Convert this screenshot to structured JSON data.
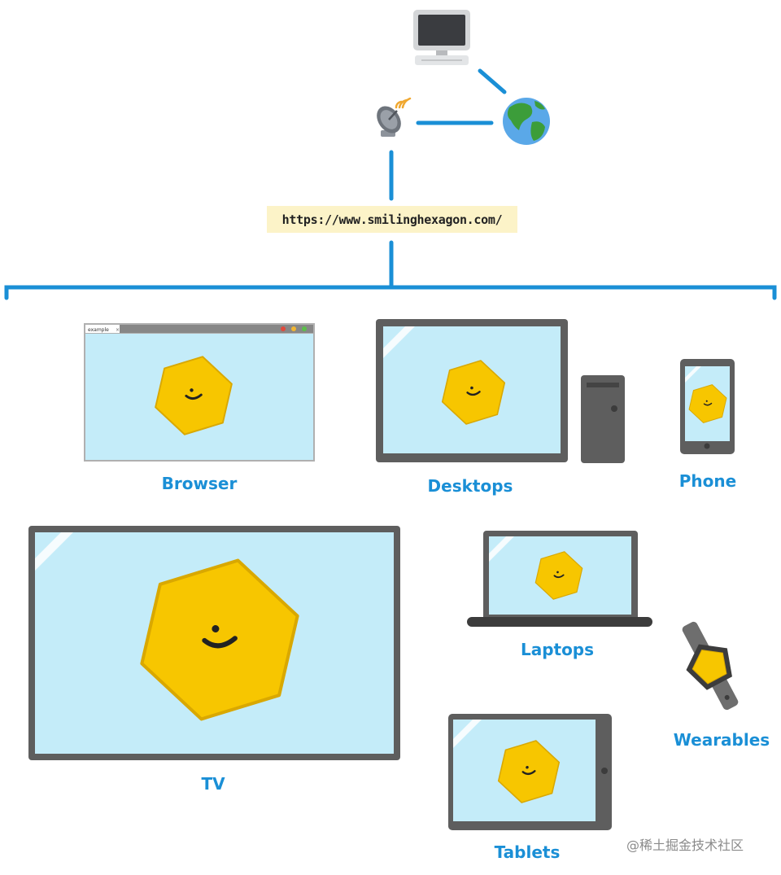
{
  "url": "https://www.smilinghexagon.com/",
  "devices": {
    "browser": {
      "label": "Browser",
      "tab_label": "example"
    },
    "desktops": {
      "label": "Desktops"
    },
    "phone": {
      "label": "Phone"
    },
    "tv": {
      "label": "TV"
    },
    "laptops": {
      "label": "Laptops"
    },
    "wearables": {
      "label": "Wearables"
    },
    "tablets": {
      "label": "Tablets"
    }
  },
  "watermark": "@稀土掘金技术社区",
  "colors": {
    "connector": "#1a8fd6",
    "label": "#1a8fd6",
    "screen": "#c4ecf9",
    "device_frame": "#5e5e5e",
    "hexagon_fill": "#f7c600",
    "hexagon_stroke": "#d9a800",
    "url_background": "#fcf3c8"
  },
  "icons": [
    "computer-icon",
    "satellite-dish-icon",
    "globe-icon",
    "smiling-hexagon-icon",
    "watch-icon"
  ]
}
